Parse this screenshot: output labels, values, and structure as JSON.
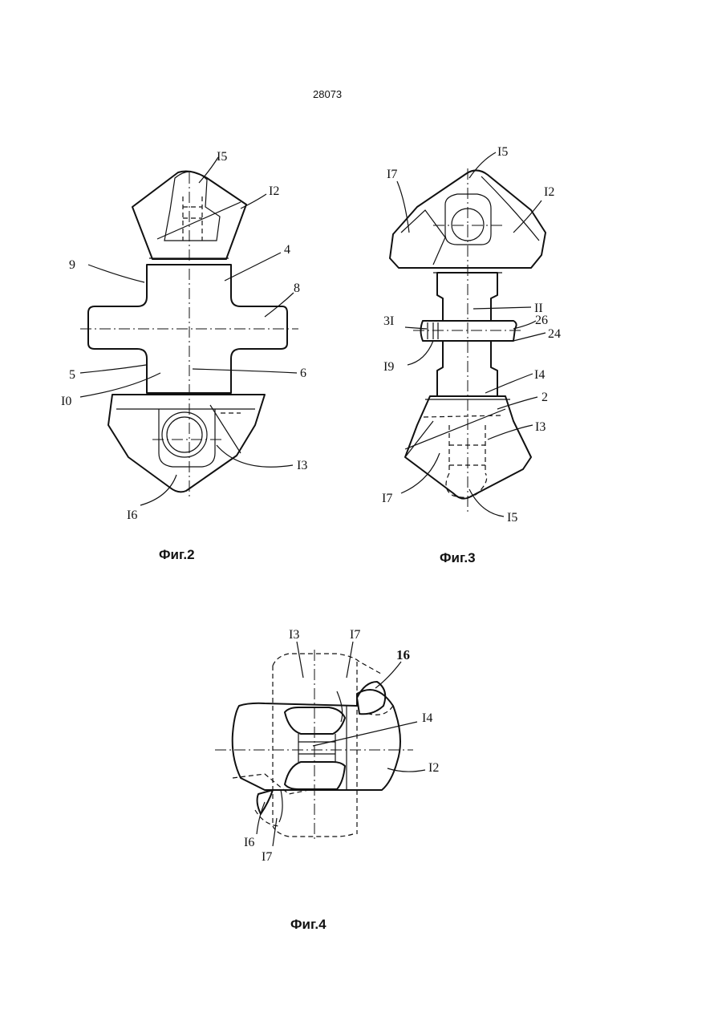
{
  "document": {
    "number": "28073",
    "figures": [
      {
        "caption": "Фиг.2",
        "labels": [
          "I5",
          "I2",
          "9",
          "4",
          "8",
          "5",
          "6",
          "I0",
          "I3",
          "I6"
        ]
      },
      {
        "caption": "Фиг.3",
        "labels": [
          "I5",
          "I7",
          "I2",
          "II",
          "3I",
          "26",
          "24",
          "I9",
          "I4",
          "2",
          "I3",
          "I7",
          "I5"
        ]
      },
      {
        "caption": "Фиг.4",
        "labels": [
          "I3",
          "I7",
          "16",
          "I4",
          "I2",
          "I6",
          "I7"
        ]
      }
    ]
  }
}
